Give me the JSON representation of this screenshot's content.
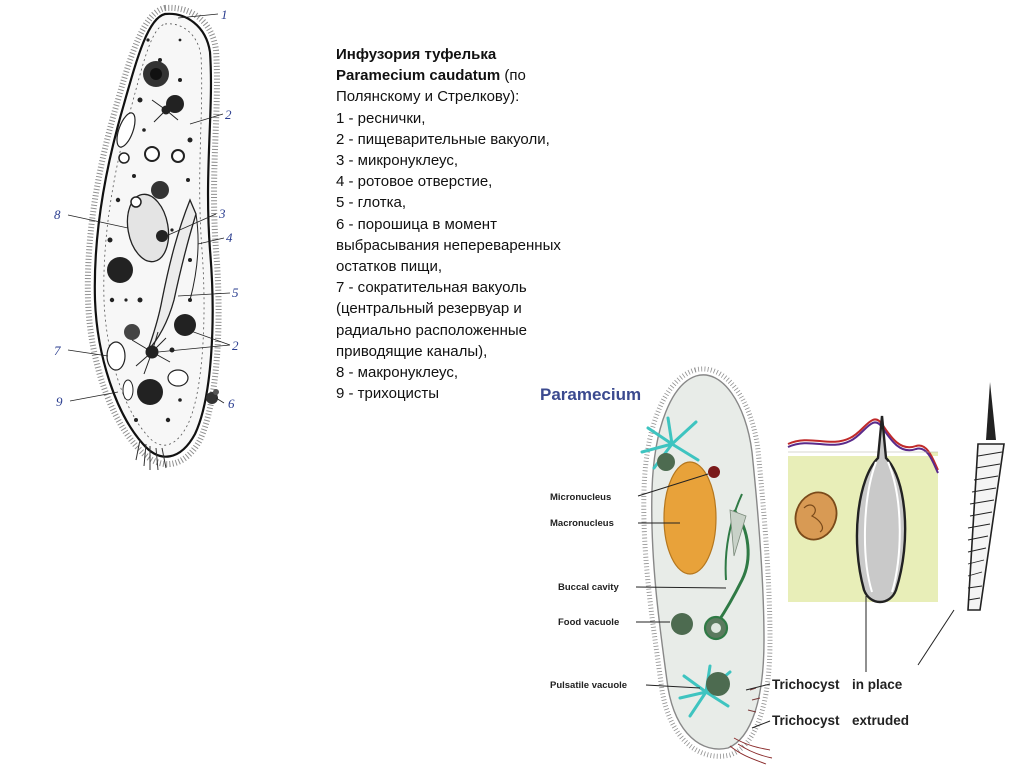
{
  "caption": {
    "title_line1": "Инфузория туфелька",
    "title_line2_bold": "Paramecium caudatum",
    "title_line2_rest": " (по",
    "lines": [
      "Полянскому и Стрелкову):",
      "1 - реснички,",
      "2 - пищеварительные вакуоли,",
      "3 - микронуклеус,",
      "4 - ротовое отверстие,",
      "5 - глотка,",
      "6 - порошица в момент",
      "выбрасывания непереваренных",
      "остатков пищи,",
      "7 - сократительная вакуоль",
      "(центральный резервуар и",
      "радиально расположенные",
      "приводящие каналы),",
      "8 - макронуклеус,",
      "9 - трихоцисты"
    ]
  },
  "figure1": {
    "numbers": [
      "1",
      "2",
      "3",
      "4",
      "5",
      "2",
      "6",
      "7",
      "8",
      "9"
    ]
  },
  "figure2": {
    "title": "Paramecium",
    "labels": {
      "micronucleus": "Micronucleus",
      "macronucleus": "Macronucleus",
      "buccal": "Buccal cavity",
      "food": "Food vacuole",
      "pulsatile": "Pulsatile vacuole",
      "tricho1": "Trichocyst",
      "inplace": "in place",
      "tricho2": "Trichocyst",
      "extruded": "extruded"
    },
    "colors": {
      "cell_fill": "#e8ece8",
      "macronucleus": "#e8a23a",
      "micronucleus": "#7a1a1a",
      "vacuole": "#4d6b50",
      "canal": "#3ec4c0",
      "cytoplasm": "#e8eeb8"
    }
  }
}
